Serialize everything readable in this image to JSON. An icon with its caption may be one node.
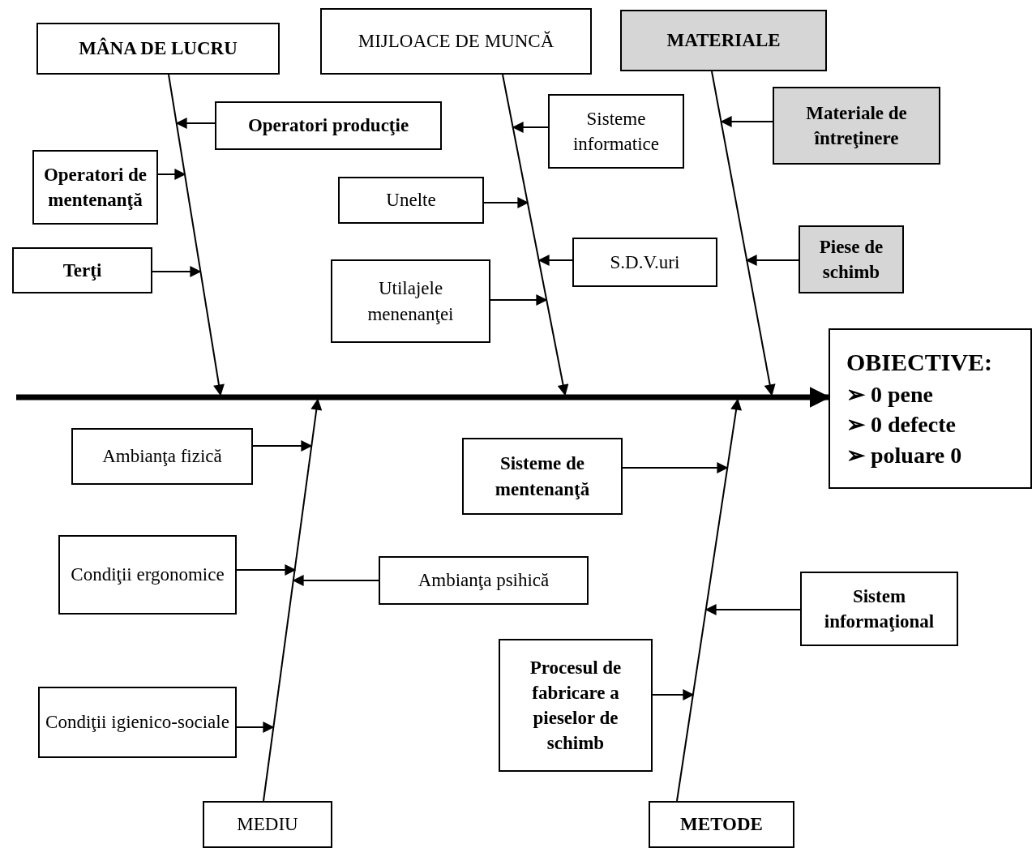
{
  "diagram": {
    "nodes": [
      {
        "text": [
          "MÂNA DE LUCRU"
        ]
      },
      {
        "text": [
          "MIJLOACE DE MUNCĂ"
        ]
      },
      {
        "text": [
          "MATERIALE"
        ]
      },
      {
        "text": [
          "Operatori producţie"
        ]
      },
      {
        "text": [
          "Sisteme informatice"
        ]
      },
      {
        "text": [
          "Materiale de întreţinere"
        ]
      },
      {
        "text": [
          "Operatori de mentenanţă"
        ]
      },
      {
        "text": [
          "Unelte"
        ]
      },
      {
        "text": [
          "Terţi"
        ]
      },
      {
        "text": [
          "S.D.V.uri"
        ]
      },
      {
        "text": [
          "Piese de schimb"
        ]
      },
      {
        "text": [
          "Utilajele menenanţei"
        ]
      },
      {
        "text": [
          "OBIECTIVE:",
          "➢ 0 pene",
          "➢ 0 defecte",
          "➢ poluare 0"
        ]
      },
      {
        "text": [
          "Ambianţa fizică"
        ]
      },
      {
        "text": [
          "Sisteme de mentenanţă"
        ]
      },
      {
        "text": [
          "Condiţii ergonomice"
        ]
      },
      {
        "text": [
          "Ambianţa psihică"
        ]
      },
      {
        "text": [
          "Sistem informaţional"
        ]
      },
      {
        "text": [
          "Procesul de fabricare a pieselor de schimb"
        ]
      },
      {
        "text": [
          "Condiţii igienico-sociale"
        ]
      },
      {
        "text": [
          "MEDIU"
        ]
      },
      {
        "text": [
          "METODE"
        ]
      }
    ],
    "edges": [
      {
        "from": null,
        "to": 12,
        "arrow": "to",
        "style": "thick"
      },
      {
        "from": 0,
        "to": null,
        "arrow": "to"
      },
      {
        "from": 1,
        "to": null,
        "arrow": "to"
      },
      {
        "from": 2,
        "to": null,
        "arrow": "to"
      },
      {
        "from": 20,
        "to": null,
        "arrow": "to"
      },
      {
        "from": 21,
        "to": null,
        "arrow": "to"
      },
      {
        "from": 3,
        "to": null,
        "arrow": "to"
      },
      {
        "from": 6,
        "to": null,
        "arrow": "to"
      },
      {
        "from": 8,
        "to": null,
        "arrow": "to"
      },
      {
        "from": 7,
        "to": null,
        "arrow": "to"
      },
      {
        "from": 4,
        "to": null,
        "arrow": "to"
      },
      {
        "from": 9,
        "to": null,
        "arrow": "to"
      },
      {
        "from": 11,
        "to": null,
        "arrow": "to"
      },
      {
        "from": 5,
        "to": null,
        "arrow": "to"
      },
      {
        "from": 10,
        "to": null,
        "arrow": "to"
      },
      {
        "from": 13,
        "to": null,
        "arrow": "to"
      },
      {
        "from": 15,
        "to": null,
        "arrow": "to"
      },
      {
        "from": 16,
        "to": null,
        "arrow": "to"
      },
      {
        "from": 19,
        "to": null,
        "arrow": "to"
      },
      {
        "from": 14,
        "to": null,
        "arrow": "to"
      },
      {
        "from": 17,
        "to": null,
        "arrow": "to"
      },
      {
        "from": 18,
        "to": null,
        "arrow": "to"
      }
    ]
  }
}
